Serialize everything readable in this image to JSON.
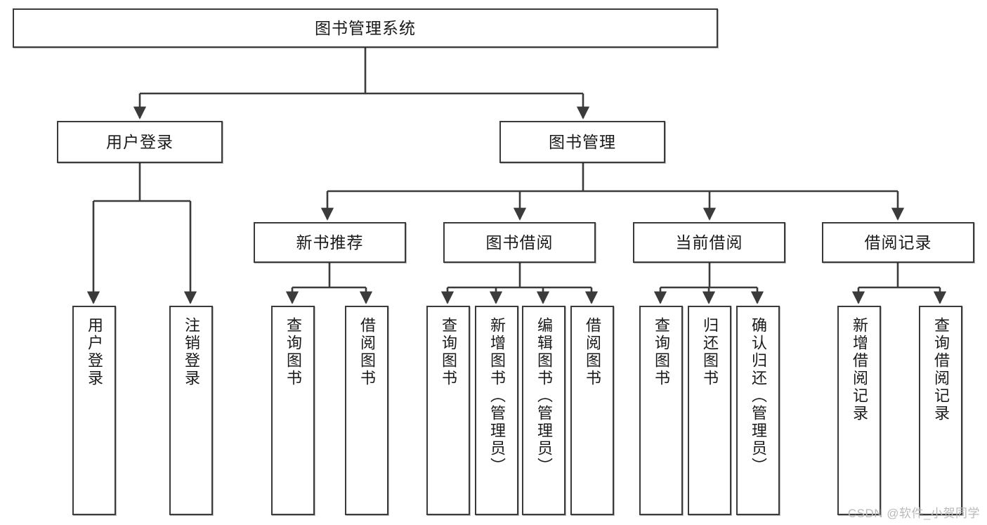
{
  "diagram": {
    "title": "图书管理系统",
    "type": "hierarchy-tree",
    "watermark": "CSDN @软件_小贺同学",
    "colors": {
      "border": "#3b3b3b",
      "background": "#ffffff",
      "text": "#1a1a1a",
      "watermark": "#b9b9b9"
    },
    "levels": {
      "root": {
        "label": "图书管理系统"
      },
      "level2": [
        {
          "label": "用户登录"
        },
        {
          "label": "图书管理"
        }
      ],
      "level3": [
        {
          "label": "新书推荐"
        },
        {
          "label": "图书借阅"
        },
        {
          "label": "当前借阅"
        },
        {
          "label": "借阅记录"
        }
      ],
      "leaves_user_login": [
        {
          "label": "用户登录"
        },
        {
          "label": "注销登录"
        }
      ],
      "leaves_new_book": [
        {
          "label": "查询图书"
        },
        {
          "label": "借阅图书"
        }
      ],
      "leaves_borrow": [
        {
          "label": "查询图书"
        },
        {
          "label": "新增图书（管理员）"
        },
        {
          "label": "编辑图书（管理员）"
        },
        {
          "label": "借阅图书"
        }
      ],
      "leaves_current": [
        {
          "label": "查询图书"
        },
        {
          "label": "归还图书"
        },
        {
          "label": "确认归还（管理员）"
        }
      ],
      "leaves_records": [
        {
          "label": "新增借阅记录"
        },
        {
          "label": "查询借阅记录"
        }
      ]
    }
  }
}
